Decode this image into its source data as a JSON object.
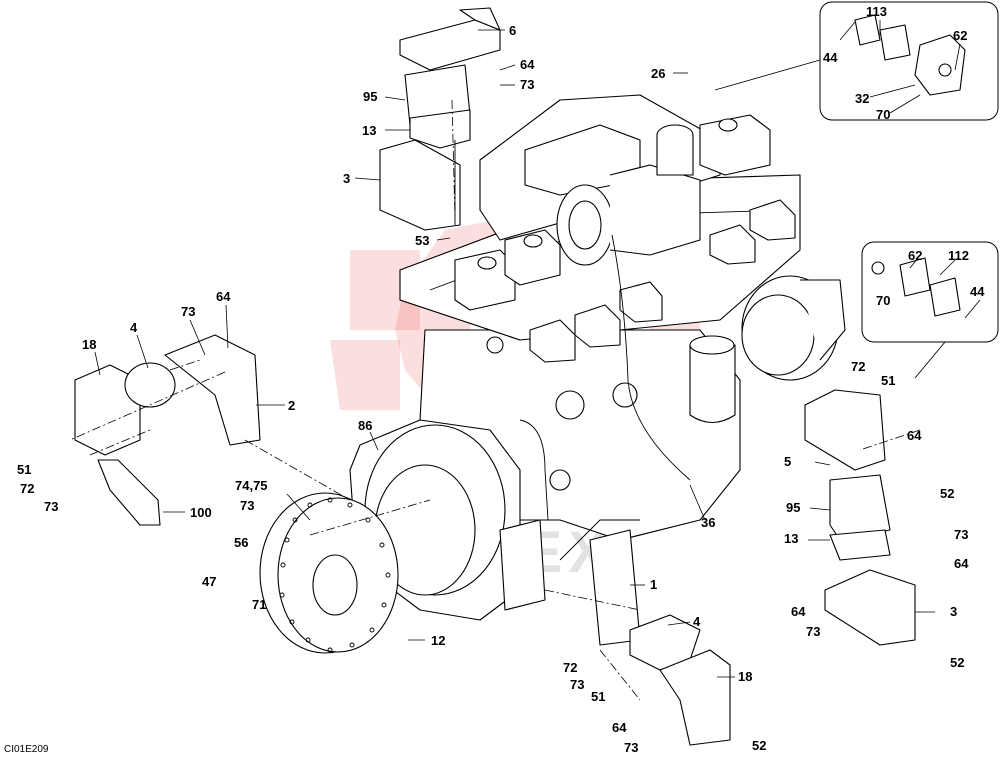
{
  "drawing_code": "CI01E209",
  "watermark_text": "AMTEX",
  "callouts": {
    "c6": "6",
    "c64a": "64",
    "c73a": "73",
    "c95a": "95",
    "c13a": "13",
    "c3a": "3",
    "c53": "53",
    "c26": "26",
    "c113": "113",
    "c44a": "44",
    "c62a": "62",
    "c32": "32",
    "c70a": "70",
    "c62b": "62",
    "c112": "112",
    "c70b": "70",
    "c44b": "44",
    "c73b": "73",
    "c64b": "64",
    "c4a": "4",
    "c18a": "18",
    "c2": "2",
    "c51a": "51",
    "c72a": "72",
    "c73c": "73",
    "c100": "100",
    "c86": "86",
    "c7475": "74,75",
    "c73d": "73",
    "c56": "56",
    "c47": "47",
    "c71": "71",
    "c12": "12",
    "c36": "36",
    "c72b": "72",
    "c51b": "51",
    "c64c": "64",
    "c5": "5",
    "c95b": "95",
    "c52a": "52",
    "c13b": "13",
    "c73e": "73",
    "c64d": "64",
    "c3b": "3",
    "c64e": "64",
    "c73f": "73",
    "c52b": "52",
    "c1": "1",
    "c4b": "4",
    "c72c": "72",
    "c73g": "73",
    "c51c": "51",
    "c18b": "18",
    "c64f": "64",
    "c73h": "73",
    "c52c": "52"
  }
}
